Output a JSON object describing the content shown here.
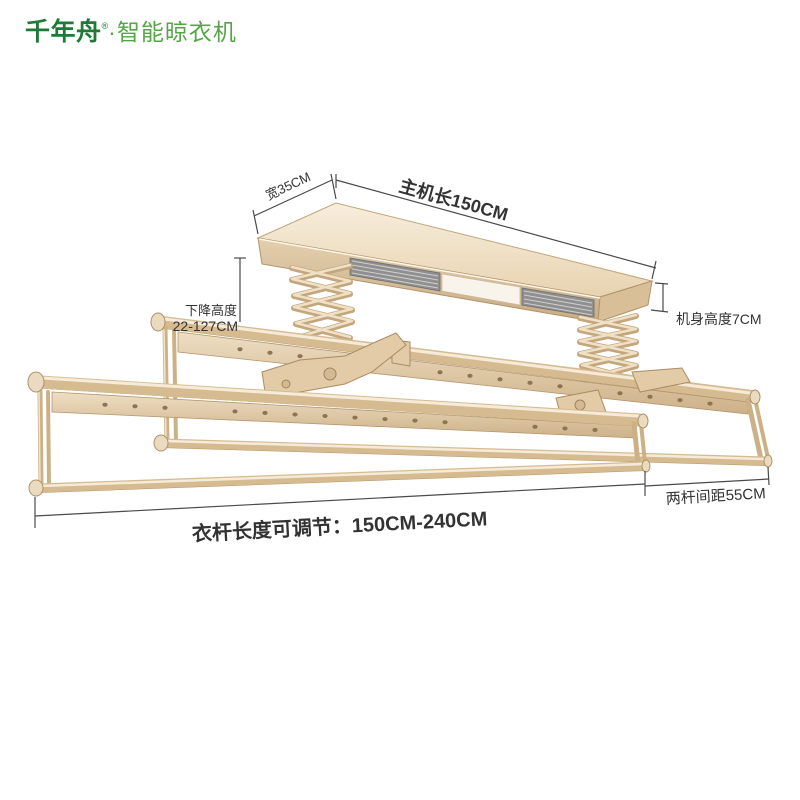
{
  "brand": {
    "name": "千年舟",
    "registered": "®",
    "product": "·智能晾衣机"
  },
  "dimensions": {
    "width": "宽35CM",
    "host_length": "主机长150CM",
    "body_height": "机身高度7CM",
    "drop_height_label": "下降高度",
    "drop_height_value": "22-127CM",
    "rod_spacing": "两杆间距55CM",
    "rod_length": "衣杆长度可调节：150CM-240CM"
  },
  "colors": {
    "brand_dark_green": "#1f7a36",
    "brand_light_green": "#55a548",
    "frame_champagne": "#d6bb91",
    "dimension_line": "#4a4a4a"
  }
}
